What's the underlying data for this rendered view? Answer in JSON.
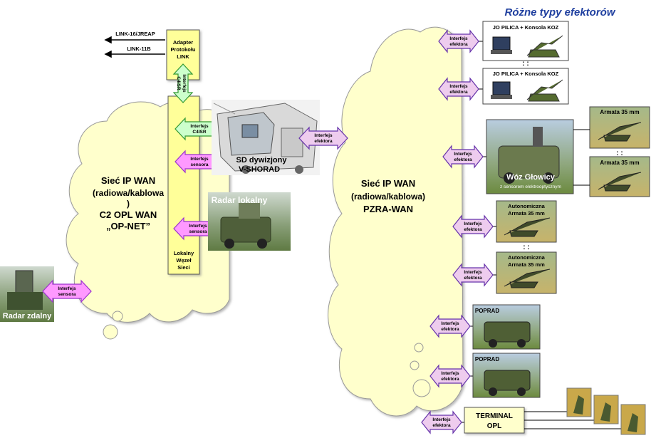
{
  "title": "Różne typy efektorów",
  "clouds": {
    "left": [
      "Sieć IP WAN",
      "(radiowa/kablowa",
      ")",
      "C2 OPL WAN",
      "„OP-NET”"
    ],
    "right": [
      "Sieć IP WAN",
      "(radiowa/kablowa)",
      "PZRA-WAN"
    ]
  },
  "links": {
    "link16": "LINK-16/JREAP",
    "link11": "LINK-11B"
  },
  "adapter": [
    "Adapter",
    "Protokołu",
    "LINK"
  ],
  "node": [
    "Lokalny",
    "Węzeł",
    "Sieci"
  ],
  "interfaces": {
    "c4isr_vertical": [
      "Interfejs",
      "C4ISR"
    ],
    "c4isr": [
      "Interfejs",
      "C4ISR"
    ],
    "sensor": [
      "Interfejs",
      "sensora"
    ],
    "effector": [
      "Interfejs",
      "efektora"
    ]
  },
  "labels": {
    "sd": [
      "SD dywizjony",
      "V-SHORAD"
    ],
    "radar_local": "Radar lokalny",
    "radar_remote": "Radar zdalny",
    "jo_pilica": "JO PILICA + Konsola KOZ",
    "jo_pilica2": "JO  PILICA + Konsola KOZ",
    "armata": "Armata  35 mm",
    "woz": "Wóz Głowicy",
    "woz_sub": "z sensorem  elektrooptycznym",
    "auto_armata": [
      "Autonomiczna",
      "Armata  35 mm"
    ],
    "poprad": "POPRAD",
    "terminal": [
      "TERMINAL",
      "OPL"
    ]
  },
  "colors": {
    "cloud": "#ffffcc",
    "node": "#ffff99",
    "c4isr": "#ccffcc",
    "sensor": "#ff99ff",
    "effector": "#eeccee",
    "title": "#1f3f9f"
  }
}
